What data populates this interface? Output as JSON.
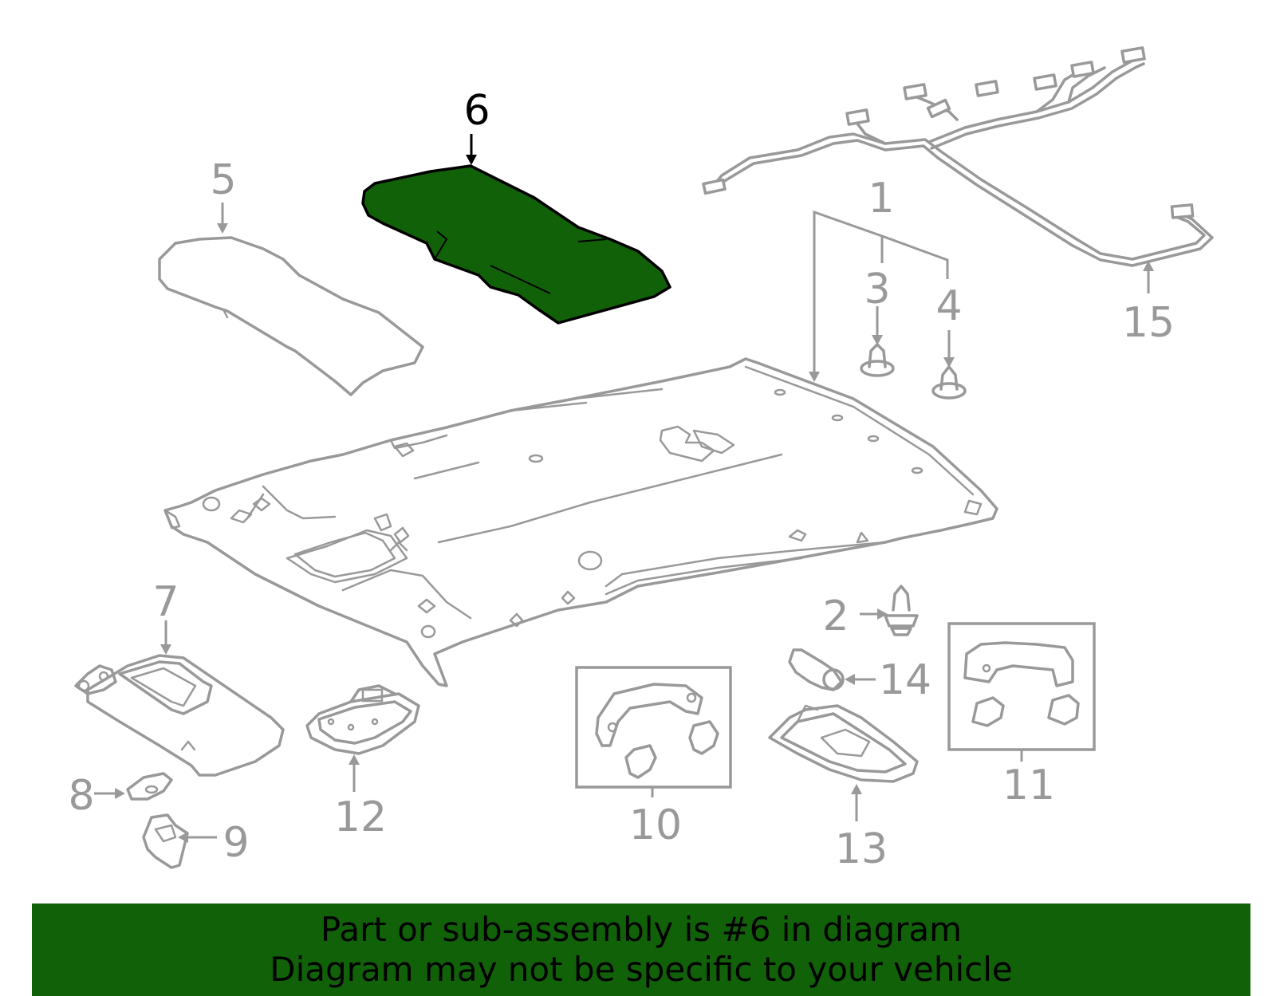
{
  "diagram": {
    "highlight_color": "#116109",
    "highlighted_callout": "6",
    "callouts": {
      "c1": "1",
      "c2": "2",
      "c3": "3",
      "c4": "4",
      "c5": "5",
      "c6": "6",
      "c7": "7",
      "c8": "8",
      "c9": "9",
      "c10": "10",
      "c11": "11",
      "c12": "12",
      "c13": "13",
      "c14": "14",
      "c15": "15"
    }
  },
  "banner": {
    "line1": "Part or sub-assembly is #6 in diagram",
    "line2": "Diagram may not be specific to your vehicle",
    "background": "#116109"
  }
}
